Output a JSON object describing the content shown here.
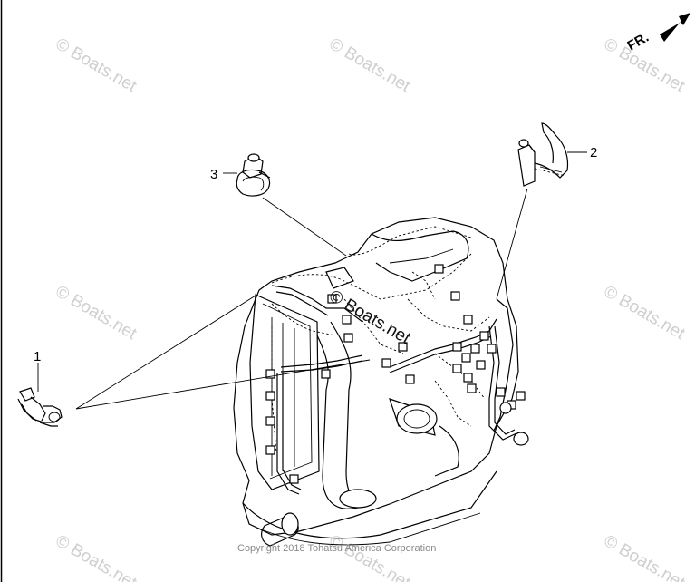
{
  "callouts": [
    {
      "number": "1"
    },
    {
      "number": "2"
    },
    {
      "number": "3"
    }
  ],
  "direction_label": "FR.",
  "watermark_text": "© Boats.net",
  "copyright": "Copyright 2018 Tohatsu America Corporation"
}
